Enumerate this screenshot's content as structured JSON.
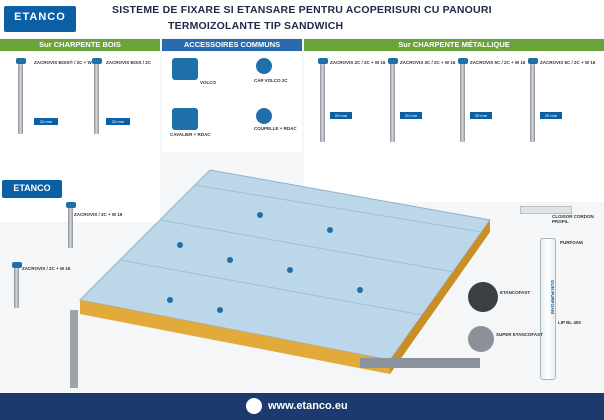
{
  "brand": {
    "name": "ETANCO",
    "color": "#0b5fa5"
  },
  "header": {
    "title_line1": "SISTEME DE FIXARE SI ETANSARE PENTRU ACOPERISURI CU PANOURI",
    "title_line2": "TERMOIZOLANTE TIP SANDWICH"
  },
  "sections": {
    "bois": "Sur CHARPENTE BOIS",
    "communs": "ACCESSOIRES COMMUNS",
    "metallique": "Sur CHARPENTE MÉTALLIQUE"
  },
  "bois_products": [
    {
      "name": "ZACROVIS BOIS® / 2C + W 16",
      "spec": "20 mm"
    },
    {
      "name": "ZACROVIS BOIS / 2C",
      "spec": "20 mm"
    }
  ],
  "communs_products": [
    {
      "name": "VOLCO"
    },
    {
      "name": "CAP VOLCO 2C"
    },
    {
      "name": "CAVALIER + RDAC"
    },
    {
      "name": "COUPELLE + RDAC"
    }
  ],
  "met_products": [
    {
      "name": "ZACROVIS 2C / 2C + W 16",
      "spec": "20 mm"
    },
    {
      "name": "ZACROVIS 3C / 2C + W 16",
      "spec": "20 mm"
    },
    {
      "name": "ZACROVIS 5C / 2C + W 16",
      "spec": "20 mm"
    },
    {
      "name": "ZACROVIS 6C / 2C + W 16",
      "spec": "20 mm"
    }
  ],
  "side_products": [
    {
      "name": "ZACROVIS / 2C + W 16"
    },
    {
      "name": "ZACROVIS / 2C + W 16"
    }
  ],
  "right_products": [
    {
      "name": "CLOISOR CORDON PROFIL"
    },
    {
      "name": "PURFOAM"
    },
    {
      "name": "ETANCOFAST"
    },
    {
      "name": "SUPER ETANCOFAST"
    },
    {
      "name": "LIP BL 400"
    }
  ],
  "foam_label": "GUN PURFOAM",
  "footer": {
    "url": "www.etanco.eu"
  }
}
